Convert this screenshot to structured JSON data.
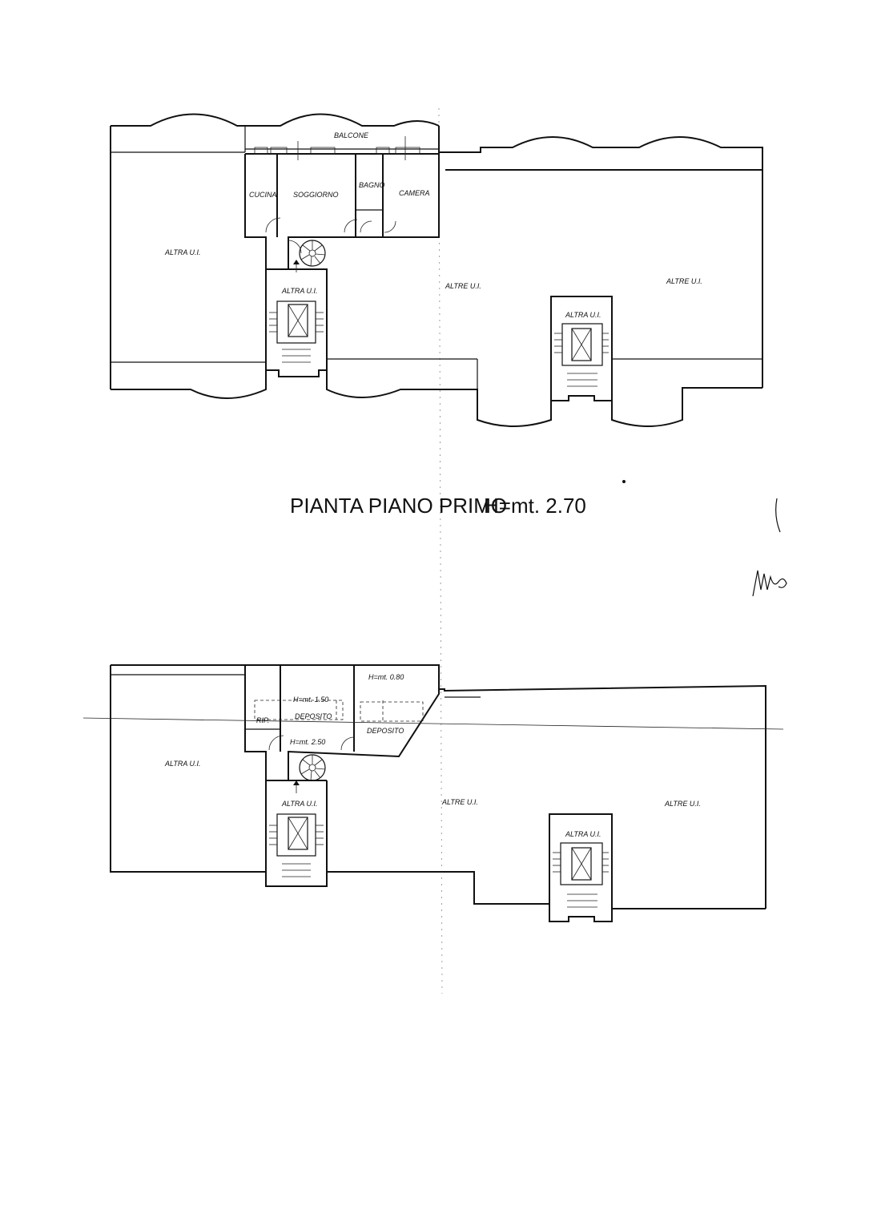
{
  "title": {
    "text": "PIANTA PIANO PRIMO",
    "height_label": "H=mt. 2.70"
  },
  "upper_plan": {
    "balcony": "BALCONE",
    "rooms": {
      "kitchen": "CUCINA",
      "living": "SOGGIORNO",
      "bath": "BAGNO",
      "bedroom": "CAMERA"
    },
    "units": {
      "left": "ALTRA U.I.",
      "stair_left": "ALTRA U.I.",
      "center": "ALTRE U.I.",
      "stair_right": "ALTRA U.I.",
      "right": "ALTRE U.I."
    }
  },
  "lower_plan": {
    "heights": {
      "deposit_left": "H=mt. 1.50",
      "deposit_right": "H=mt. 0.80",
      "stair_landing": "H=mt. 2.50"
    },
    "rooms": {
      "closet": "RIP.",
      "deposit_left": "DEPOSITO",
      "deposit_right": "DEPOSITO"
    },
    "units": {
      "left": "ALTRA U.I.",
      "stair_left": "ALTRA U.I.",
      "center": "ALTRE U.I.",
      "stair_right": "ALTRA U.I.",
      "right": "ALTRE U.I."
    }
  },
  "margin_scribble": "Mo"
}
